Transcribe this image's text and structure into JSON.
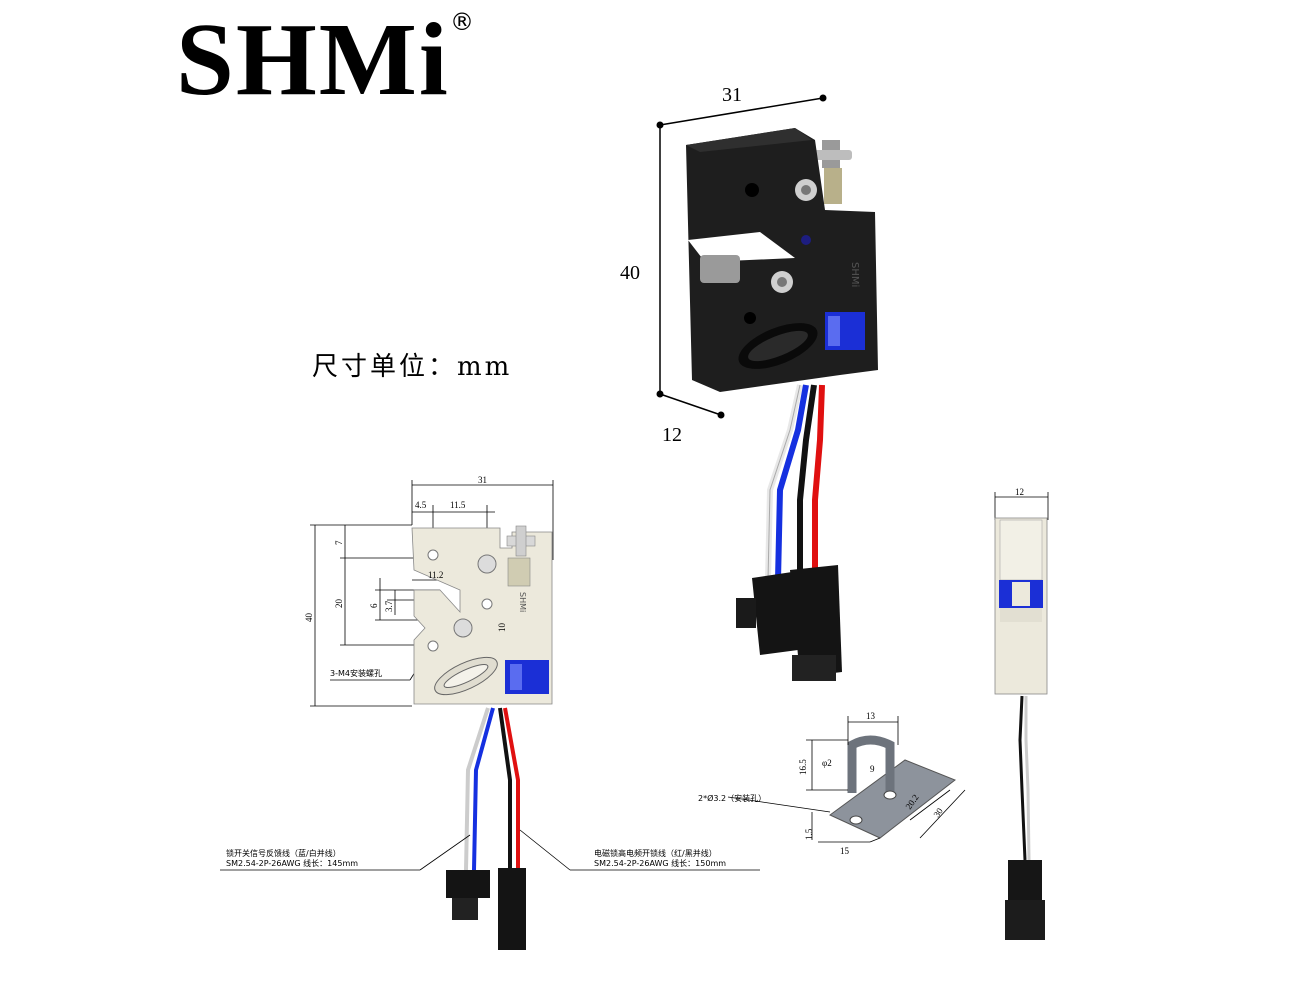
{
  "brand": {
    "name": "SHMi",
    "registered": "®"
  },
  "units_label": "尺寸单位：mm",
  "photo_dims": {
    "width": "31",
    "height": "40",
    "depth": "12"
  },
  "front_view": {
    "dim_total_width": "31",
    "dim_4_5": "4.5",
    "dim_11_5": "11.5",
    "dim_11_2": "11.2",
    "dim_7": "7",
    "dim_20": "20",
    "dim_6": "6",
    "dim_3_7": "3.7",
    "dim_10": "10",
    "dim_40": "40",
    "body_mark": "SHMi",
    "mount_holes": "3-M4安装螺孔"
  },
  "side_view": {
    "dim_width": "12"
  },
  "bracket": {
    "dim_13": "13",
    "dim_16_5": "16.5",
    "dim_phi2": "φ2",
    "dim_9": "9",
    "dim_20_2": "20.2",
    "dim_30": "30",
    "dim_1_5": "1.5",
    "dim_15": "15",
    "holes": "2*Ø3.2（安装孔）"
  },
  "wire_left": {
    "line1": "锁开关信号反馈线（蓝/白并线）",
    "line2": "SM2.54-2P-26AWG 线长：145mm"
  },
  "wire_right": {
    "line1": "电磁锁高电频开锁线（红/黑并线）",
    "line2": "SM2.54-2P-26AWG 线长：150mm"
  },
  "colors": {
    "body_black": "#1e1e1e",
    "body_ivory": "#ece9dc",
    "coil_blue": "#1b2fd6",
    "wire_red": "#e01010",
    "wire_blue": "#1530e0",
    "bracket_gray": "#8d939c"
  }
}
